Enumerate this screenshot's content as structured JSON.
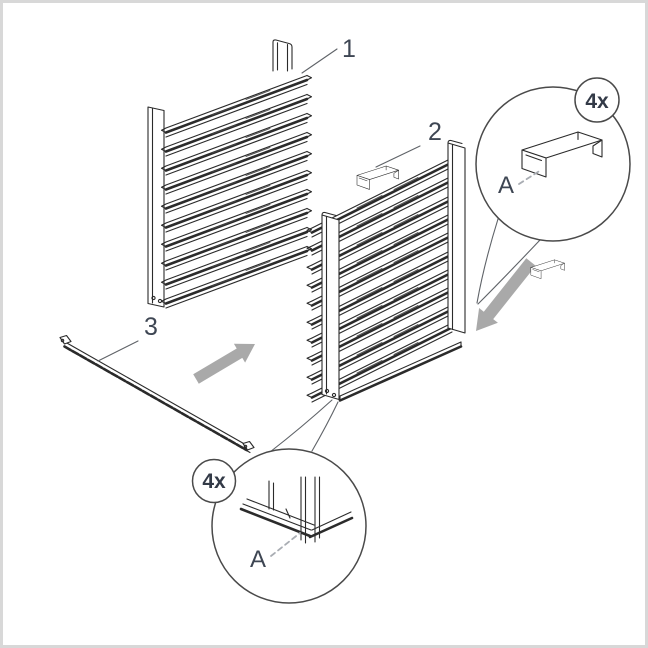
{
  "diagram": {
    "colors": {
      "line": "#2b2b2b",
      "label_text": "#3e4653",
      "arrow_gray": "#a9a9a9",
      "callout_stroke": "#4a4a4a",
      "background": "#ffffff",
      "frame": "#d8d8d8"
    },
    "part_labels": {
      "rack_front": "1",
      "rack_back": "2",
      "cross_rail": "3"
    },
    "callouts": {
      "top_right": {
        "quantity": "4x",
        "detail_label": "A"
      },
      "bottom": {
        "quantity": "4x",
        "detail_label": "A"
      }
    }
  }
}
